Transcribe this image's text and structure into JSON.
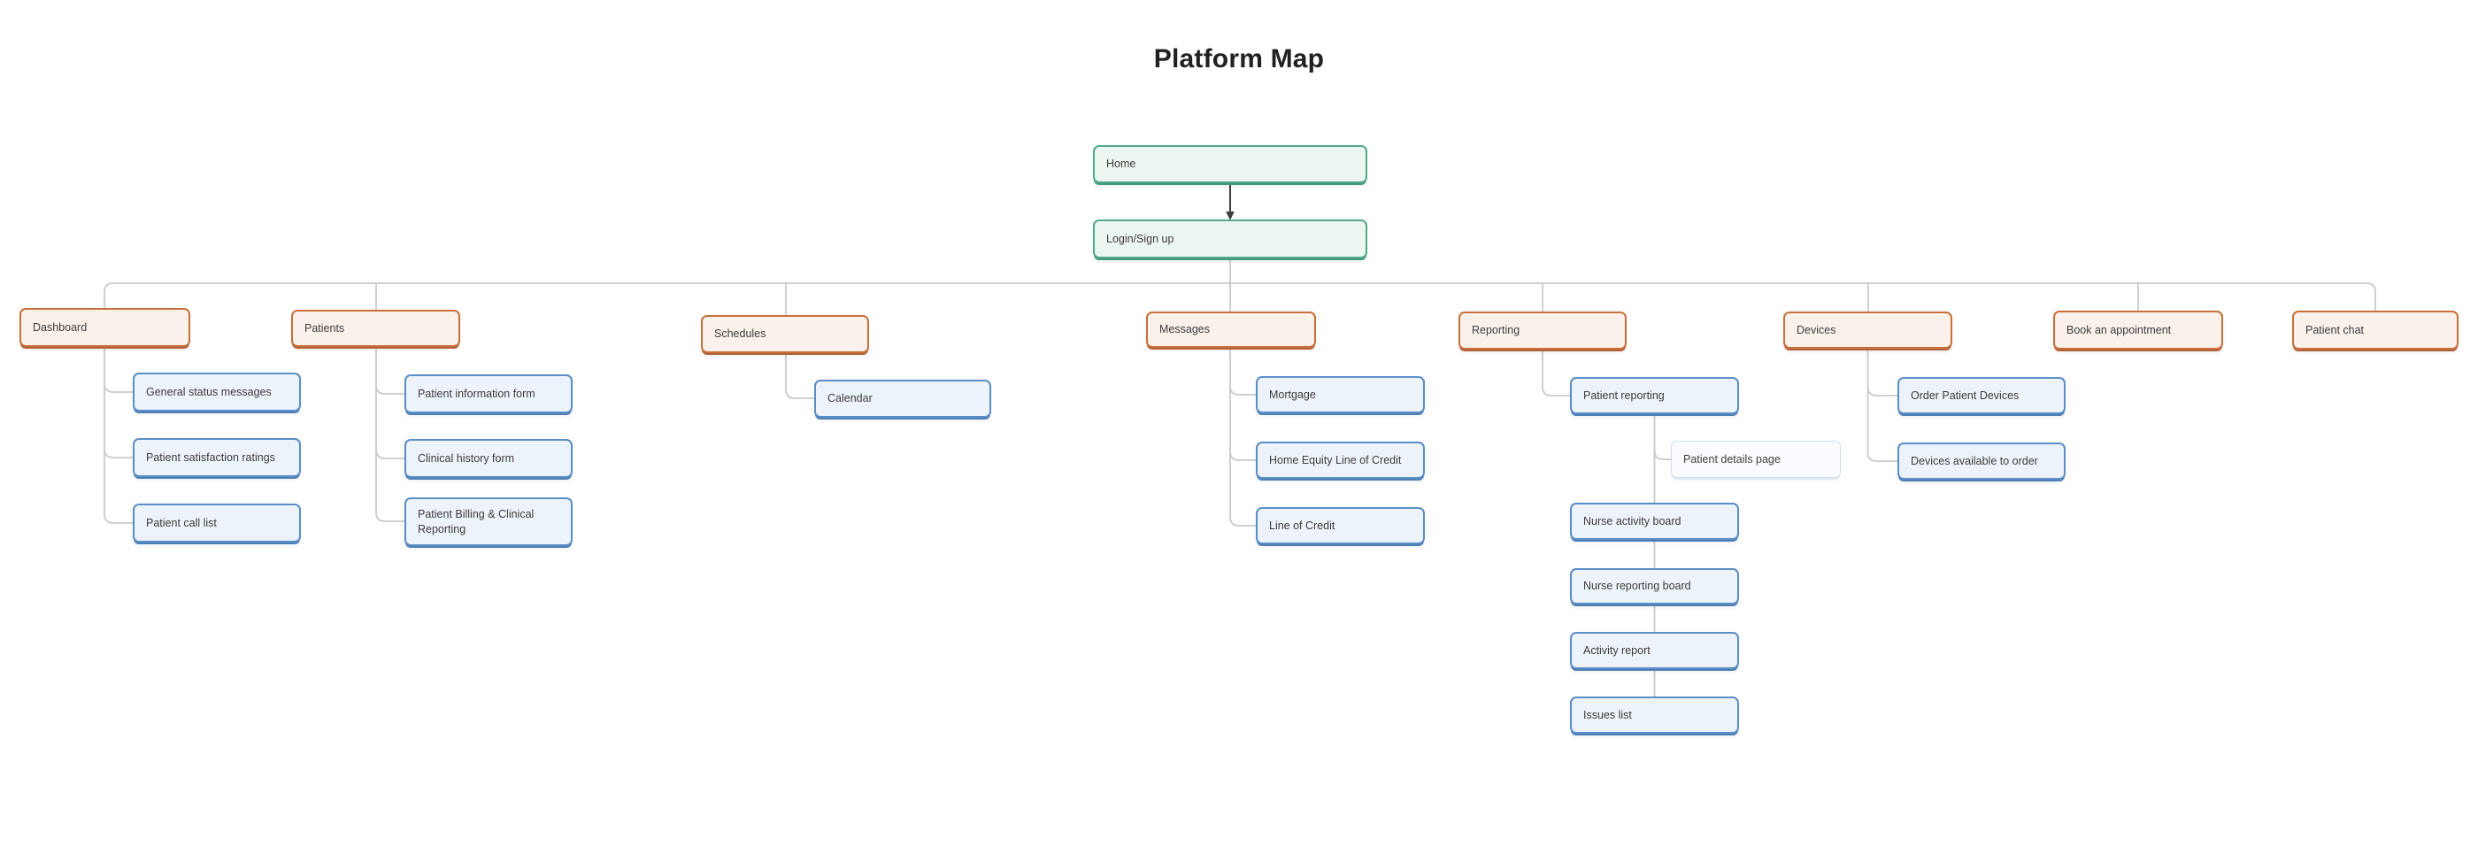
{
  "title": "Platform Map",
  "colors": {
    "green_border": "#52a98b",
    "green_fill": "#ecf6f1",
    "green_shadow": "#43987b",
    "orange_border": "#c9703a",
    "orange_fill": "#faf1ea",
    "orange_shadow": "#b2603a",
    "blue_border": "#5b8ec6",
    "blue_fill": "#edf3fa",
    "blue_shadow": "#4c80b4",
    "light_border": "#cfe0f3",
    "light_fill": "#fbfcff",
    "light_shadow": "#dde8f5",
    "connector": "#c9cacb",
    "arrow": "#3e3e3e"
  },
  "diagram": {
    "entry": {
      "label": "Home"
    },
    "auth": {
      "label": "Login/Sign up"
    },
    "sections": [
      {
        "label": "Dashboard",
        "children": [
          {
            "label": "General status messages"
          },
          {
            "label": "Patient satisfaction ratings"
          },
          {
            "label": "Patient call list"
          }
        ]
      },
      {
        "label": "Patients",
        "children": [
          {
            "label": "Patient information form"
          },
          {
            "label": "Clinical history form"
          },
          {
            "label": "Patient Billing & Clinical Reporting"
          }
        ]
      },
      {
        "label": "Schedules",
        "children": [
          {
            "label": "Calendar"
          }
        ]
      },
      {
        "label": "Messages",
        "children": [
          {
            "label": "Mortgage"
          },
          {
            "label": "Home Equity Line of Credit"
          },
          {
            "label": "Line of Credit"
          }
        ]
      },
      {
        "label": "Reporting",
        "children": [
          {
            "label": "Patient reporting",
            "children": [
              {
                "label": "Patient details page"
              }
            ],
            "chain": [
              {
                "label": "Nurse activity board"
              },
              {
                "label": "Nurse reporting board"
              },
              {
                "label": "Activity report"
              },
              {
                "label": "Issues list"
              }
            ]
          }
        ]
      },
      {
        "label": "Devices",
        "children": [
          {
            "label": "Order Patient Devices"
          },
          {
            "label": "Devices available to order"
          }
        ]
      },
      {
        "label": "Book an appointment",
        "children": []
      },
      {
        "label": "Patient chat",
        "children": []
      }
    ]
  }
}
